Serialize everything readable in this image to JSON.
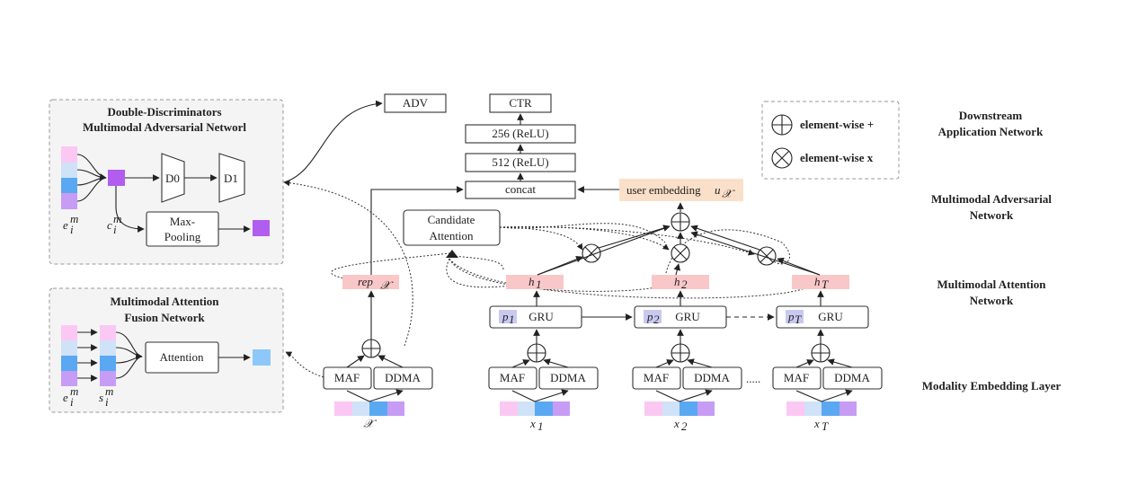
{
  "colors": {
    "pink": "#fbc8f3",
    "lightblue": "#cfe2f8",
    "blue": "#5aa8f2",
    "lavender": "#c79cf4",
    "purple": "#b15df0",
    "output_blue": "#8ec8f8",
    "hidden_state": "#f9c7c7",
    "user_embedding": "#fbe0c9",
    "position_tag": "#c9c9f0",
    "panel_bg": "#f4f4f4"
  },
  "panel_adv": {
    "title_line1": "Double-Discriminators",
    "title_line2": "Multimodal Adversarial Networl",
    "d0": "D0",
    "d1": "D1",
    "maxpool_line1": "Max-",
    "maxpool_line2": "Pooling",
    "e_label": "e",
    "e_sub": "i",
    "e_sup": "m",
    "c_label": "c",
    "c_sub": "i",
    "c_sup": "m"
  },
  "panel_att": {
    "title_line1": "Multimodal Attention",
    "title_line2": "Fusion Network",
    "attention": "Attention",
    "e_label": "e",
    "e_sub": "i",
    "e_sup": "m",
    "s_label": "s",
    "s_sub": "i",
    "s_sup": "m"
  },
  "top": {
    "adv": "ADV",
    "ctr": "CTR",
    "relu256": "256 (ReLU)",
    "relu512": "512 (ReLU)",
    "concat": "concat",
    "user_embedding": "user embedding ",
    "u_var": "u",
    "u_sub": "𝒳"
  },
  "candidate": {
    "line1": "Candidate",
    "line2": "Attention"
  },
  "rep": {
    "text": "rep",
    "sub": "𝒳"
  },
  "hidden": [
    {
      "base": "h",
      "sub": "1"
    },
    {
      "base": "h",
      "sub": "2"
    },
    {
      "base": "h",
      "sub": "T"
    }
  ],
  "gru": [
    {
      "p": "p",
      "sub": "1",
      "label": "GRU"
    },
    {
      "p": "p",
      "sub": "2",
      "label": "GRU"
    },
    {
      "p": "p",
      "sub": "T",
      "label": "GRU"
    }
  ],
  "modules": {
    "maf": "MAF",
    "ddma": "DDMA",
    "ellipsis": "....."
  },
  "inputs": {
    "candidate": "𝒳",
    "x": "x",
    "sub1": "1",
    "sub2": "2",
    "subT": "T"
  },
  "legend": {
    "plus": "element-wise +",
    "times": "element-wise x"
  },
  "layers": {
    "downstream_line1": "Downstream",
    "downstream_line2": "Application Network",
    "adversarial_line1": "Multimodal Adversarial",
    "adversarial_line2": "Network",
    "attention_line1": "Multimodal Attention",
    "attention_line2": "Network",
    "embedding": "Modality Embedding Layer"
  }
}
